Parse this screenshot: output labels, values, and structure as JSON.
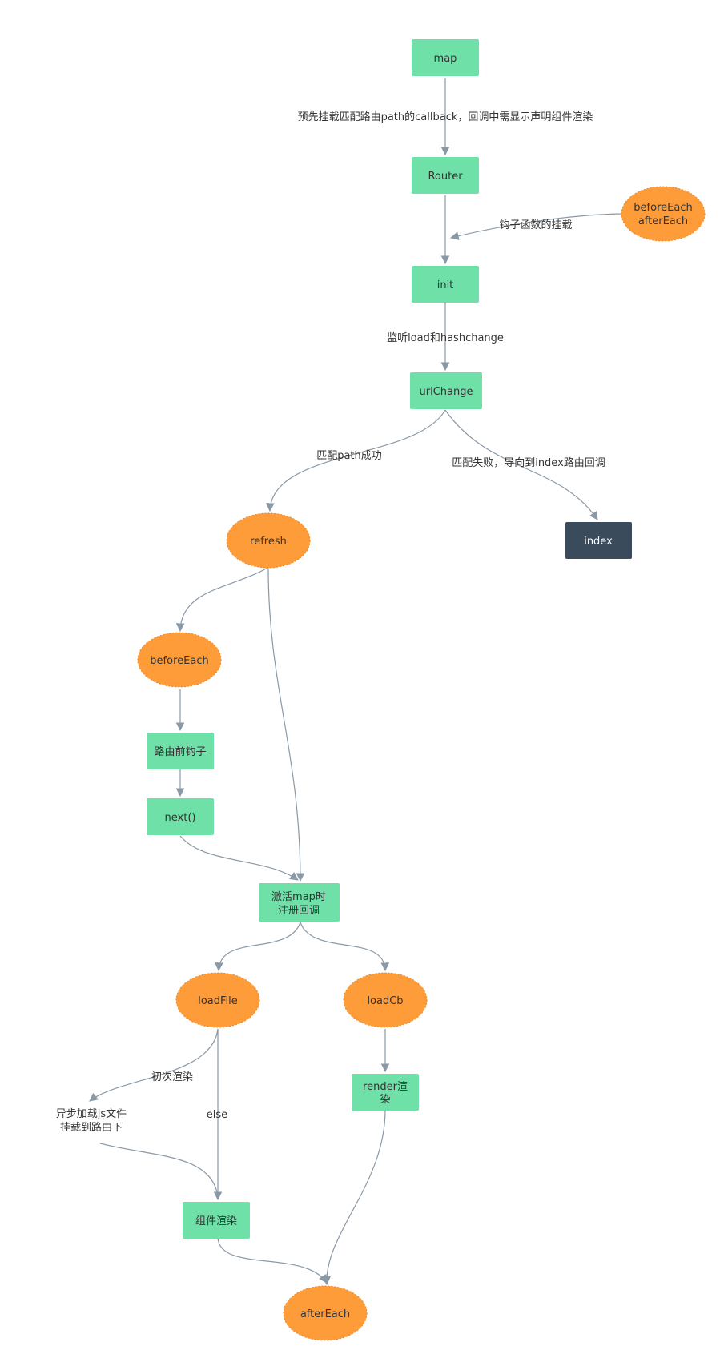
{
  "colors": {
    "process": "#6ee0a8",
    "hook": "#ff9c3a",
    "hook_border": "#e8892a",
    "terminal": "#3a4b5c",
    "edge": "#8a99a6",
    "text": "#333333"
  },
  "nodes": {
    "map": "map",
    "router": "Router",
    "hooks_top_line1": "beforeEach",
    "hooks_top_line2": "afterEach",
    "init": "init",
    "urlchange": "urlChange",
    "refresh": "refresh",
    "index": "index",
    "before_each": "beforeEach",
    "route_hook": "路由前钩子",
    "next": "next()",
    "activate_line1": "激活map时",
    "activate_line2": "注册回调",
    "load_file": "loadFile",
    "load_cb": "loadCb",
    "render_line1": "render渲",
    "render_line2": "染",
    "component_render": "组件渲染",
    "after_each": "afterEach"
  },
  "edge_labels": {
    "map_to_router": "预先挂载匹配路由path的callback，回调中需显示声明组件渲染",
    "hooks_mount": "钩子函数的挂载",
    "listen": "监听load和hashchange",
    "match_success": "匹配path成功",
    "match_fail": "匹配失败，导向到index路由回调",
    "first_render": "初次渲染",
    "async_line1": "异步加载js文件",
    "async_line2": "挂载到路由下",
    "else": "else"
  }
}
